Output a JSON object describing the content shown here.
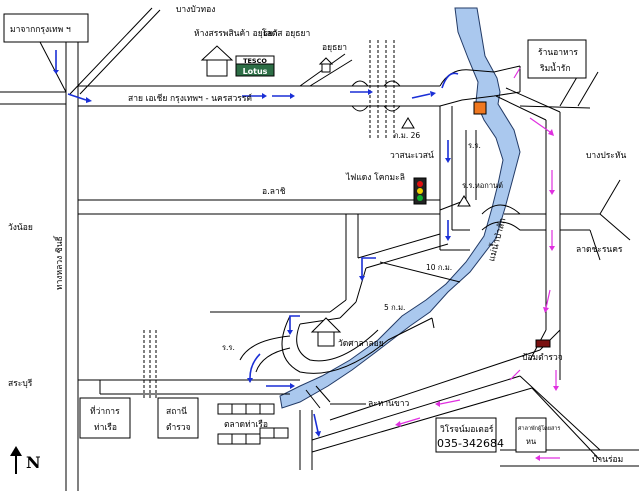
{
  "labels": {
    "from_bangkok": "มาจากกรุงเทพ ฯ",
    "bang_bua_thong": "บางบัวทอง",
    "ayutthaya_dept_store": "ห้างสรรพสินค้า อยุธยา",
    "tesco_text": "TESCO",
    "lotus_text": "Lotus",
    "tesco_lotus_caption": "โลตัส อยุธยา",
    "ayutthaya": "อยุธยา",
    "asia_road": "สาย เอเชีย กรุงเทพฯ - นครสวรรค์",
    "restaurant_line1": "ร้านอาหาร",
    "restaurant_line2": "ริมน้ำรัก",
    "km26": "ก.ม. 26",
    "wat_label": "วาสนะเวสน์",
    "traffic_light": "ไฟแดง โคกมะลิ",
    "road_small1": "ร.ร.",
    "school_mark": "ร.ร.หอกานต์",
    "bang_pahan": "บางประหัน",
    "a_lat_bua": "อ.ลาชิ",
    "wang_noi": "วังน้อย",
    "river_name": "แม่น้ำป่าสัก",
    "km10": "10 ก.ม.",
    "lak_ratchadanon": "ลาดชะรนคร",
    "highway": "ทางหลวง ซินธิ์",
    "km5": "5 ก.ม.",
    "wat_sathai": "วัดศาลาลอย",
    "road_small2": "ร.ร.",
    "police_box": "ป้อมตำรวจ",
    "saraburi": "สระบุรี",
    "district_office_line1": "ที่ว่าการ",
    "district_office_line2": "ท่าเรือ",
    "police_station_line1": "สถานี",
    "police_station_line2": "ตำรวจ",
    "market": "ตลาดท่าเรือ",
    "lahan_pier": "ละหานขาว",
    "virot_motor": "วิโรจน์มอเตอร์",
    "phone": "035-342684",
    "bus_stop_line1": "ศาลาพักผู้โดยสาร",
    "bus_stop_line2": "หน",
    "ban_rom": "บ้านร่อม",
    "north": "N"
  },
  "colors": {
    "river": "#aac8ee",
    "river_outline": "#223a66",
    "route_blue": "#1a2fd6",
    "route_magenta": "#e030e0",
    "landmark_orange": "#f07820",
    "police_marker": "#7a1010",
    "traffic_red": "#e01010",
    "traffic_yellow": "#f0d000",
    "traffic_green": "#10b030",
    "tesco_green": "#2d6e46"
  },
  "icons": [
    "house-icon",
    "tesco-lotus-logo",
    "traffic-light-icon",
    "landmark-square-icon",
    "police-box-icon",
    "north-arrow-icon",
    "triangle-marker-icon"
  ]
}
